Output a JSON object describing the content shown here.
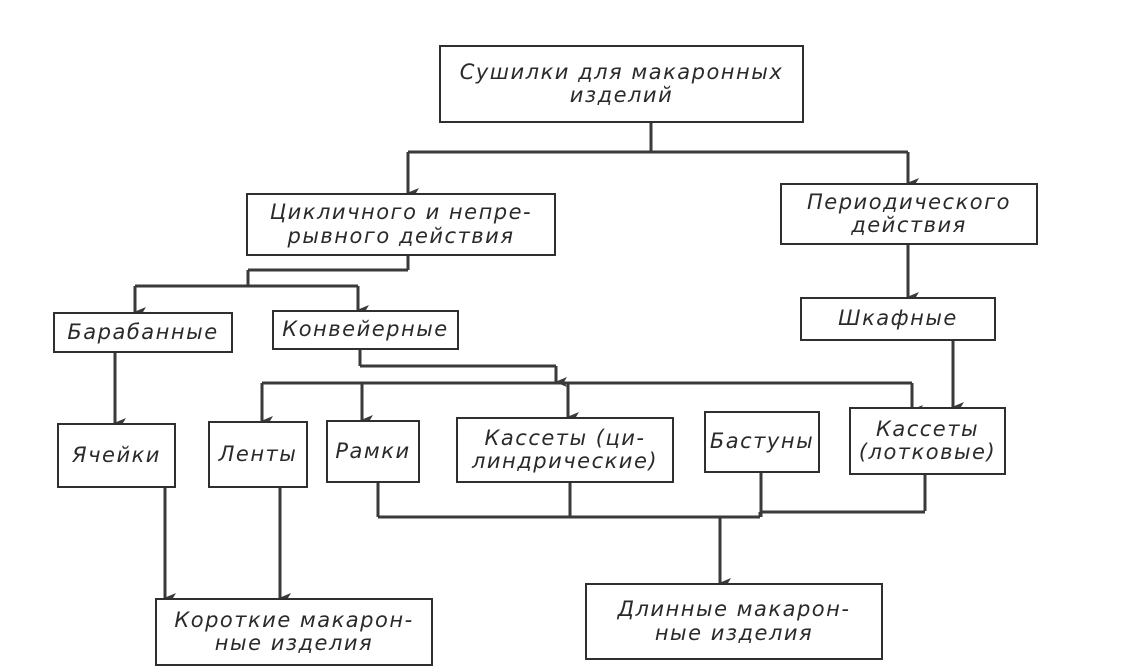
{
  "nodes": {
    "root": "Сушилки  для  макаронных\nизделий",
    "cyclic": "Цикличного  и  непре-\nрывного   действия",
    "periodic": "Периодического\nдействия",
    "drum": "Барабанные",
    "conveyor": "Конвейерные",
    "cabinet": "Шкафные",
    "cells": "Ячейки",
    "belts": "Ленты",
    "frames": "Рамки",
    "cassettes_cyl": "Кассеты (ци-\nлиндрические)",
    "rods": "Бастуны",
    "cassettes_tray": "Кассеты\n(лотковые)",
    "short": "Короткие  макарон-\nные    изделия",
    "long": "Длинные  макарон-\nные    изделия"
  }
}
